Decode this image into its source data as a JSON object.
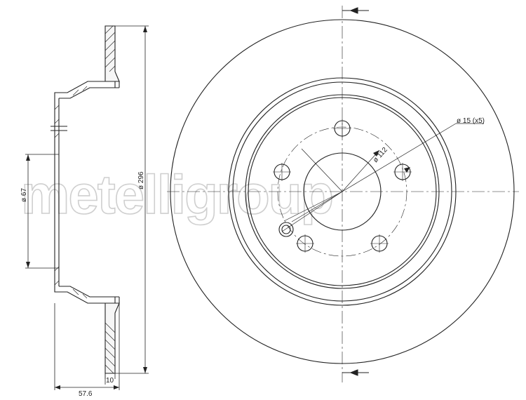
{
  "watermark": "metelligroup",
  "dimensions": {
    "thickness": "10",
    "height_offset": "57.6",
    "center_bore": "ø 67",
    "outer_diameter": "ø 296",
    "pcd": "ø 112",
    "bolt_holes": "ø 15 (x5)"
  }
}
